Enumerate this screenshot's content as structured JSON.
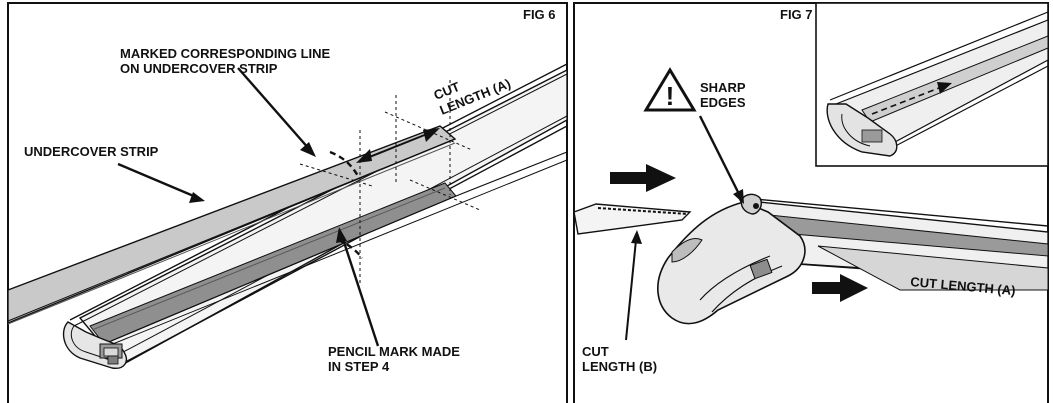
{
  "fig6": {
    "title": "FIG 6",
    "label_marked_line_1": "MARKED CORRESPONDING LINE",
    "label_marked_line_2": "ON UNDERCOVER STRIP",
    "label_cut_length_1": "CUT",
    "label_cut_length_2": "LENGTH (A)",
    "label_undercover_strip": "UNDERCOVER STRIP",
    "label_pencil_mark_1": "PENCIL MARK MADE",
    "label_pencil_mark_2": "IN STEP 4"
  },
  "fig7": {
    "title": "FIG 7",
    "label_sharp_edges_1": "SHARP",
    "label_sharp_edges_2": "EDGES",
    "label_cut_length_a": "CUT LENGTH (A)",
    "label_cut_length_b_1": "CUT",
    "label_cut_length_b_2": "LENGTH (B)",
    "warning_glyph": "!"
  },
  "colors": {
    "line": "#111111",
    "strip_fill": "#c9c9c9",
    "channel_dark": "#8a8a8a",
    "bar_light": "#efefef"
  }
}
